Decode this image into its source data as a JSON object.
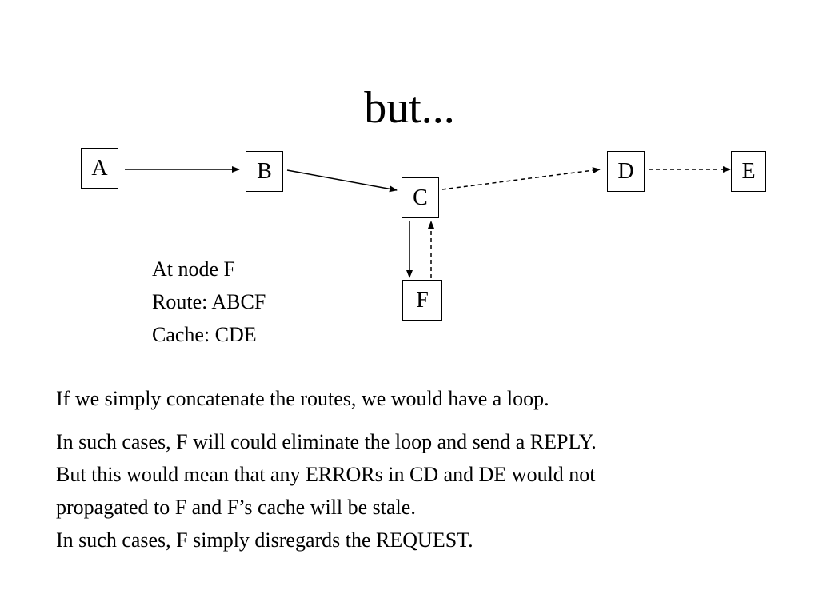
{
  "slide": {
    "title": "but...",
    "nodes": {
      "a": "A",
      "b": "B",
      "c": "C",
      "d": "D",
      "e": "E",
      "f": "F"
    },
    "info": {
      "line1": "At node F",
      "line2": "Route: ABCF",
      "line3": "Cache: CDE"
    },
    "paragraph1": "If we simply concatenate the routes, we would have a loop.",
    "paragraph2": {
      "line1": "In such cases, F will could eliminate the loop and send a REPLY.",
      "line2": "But this would mean that any ERRORs in CD and DE would not",
      "line3": "propagated to F and F’s cache will be stale.",
      "line4": "In such cases, F simply disregards the REQUEST."
    }
  }
}
